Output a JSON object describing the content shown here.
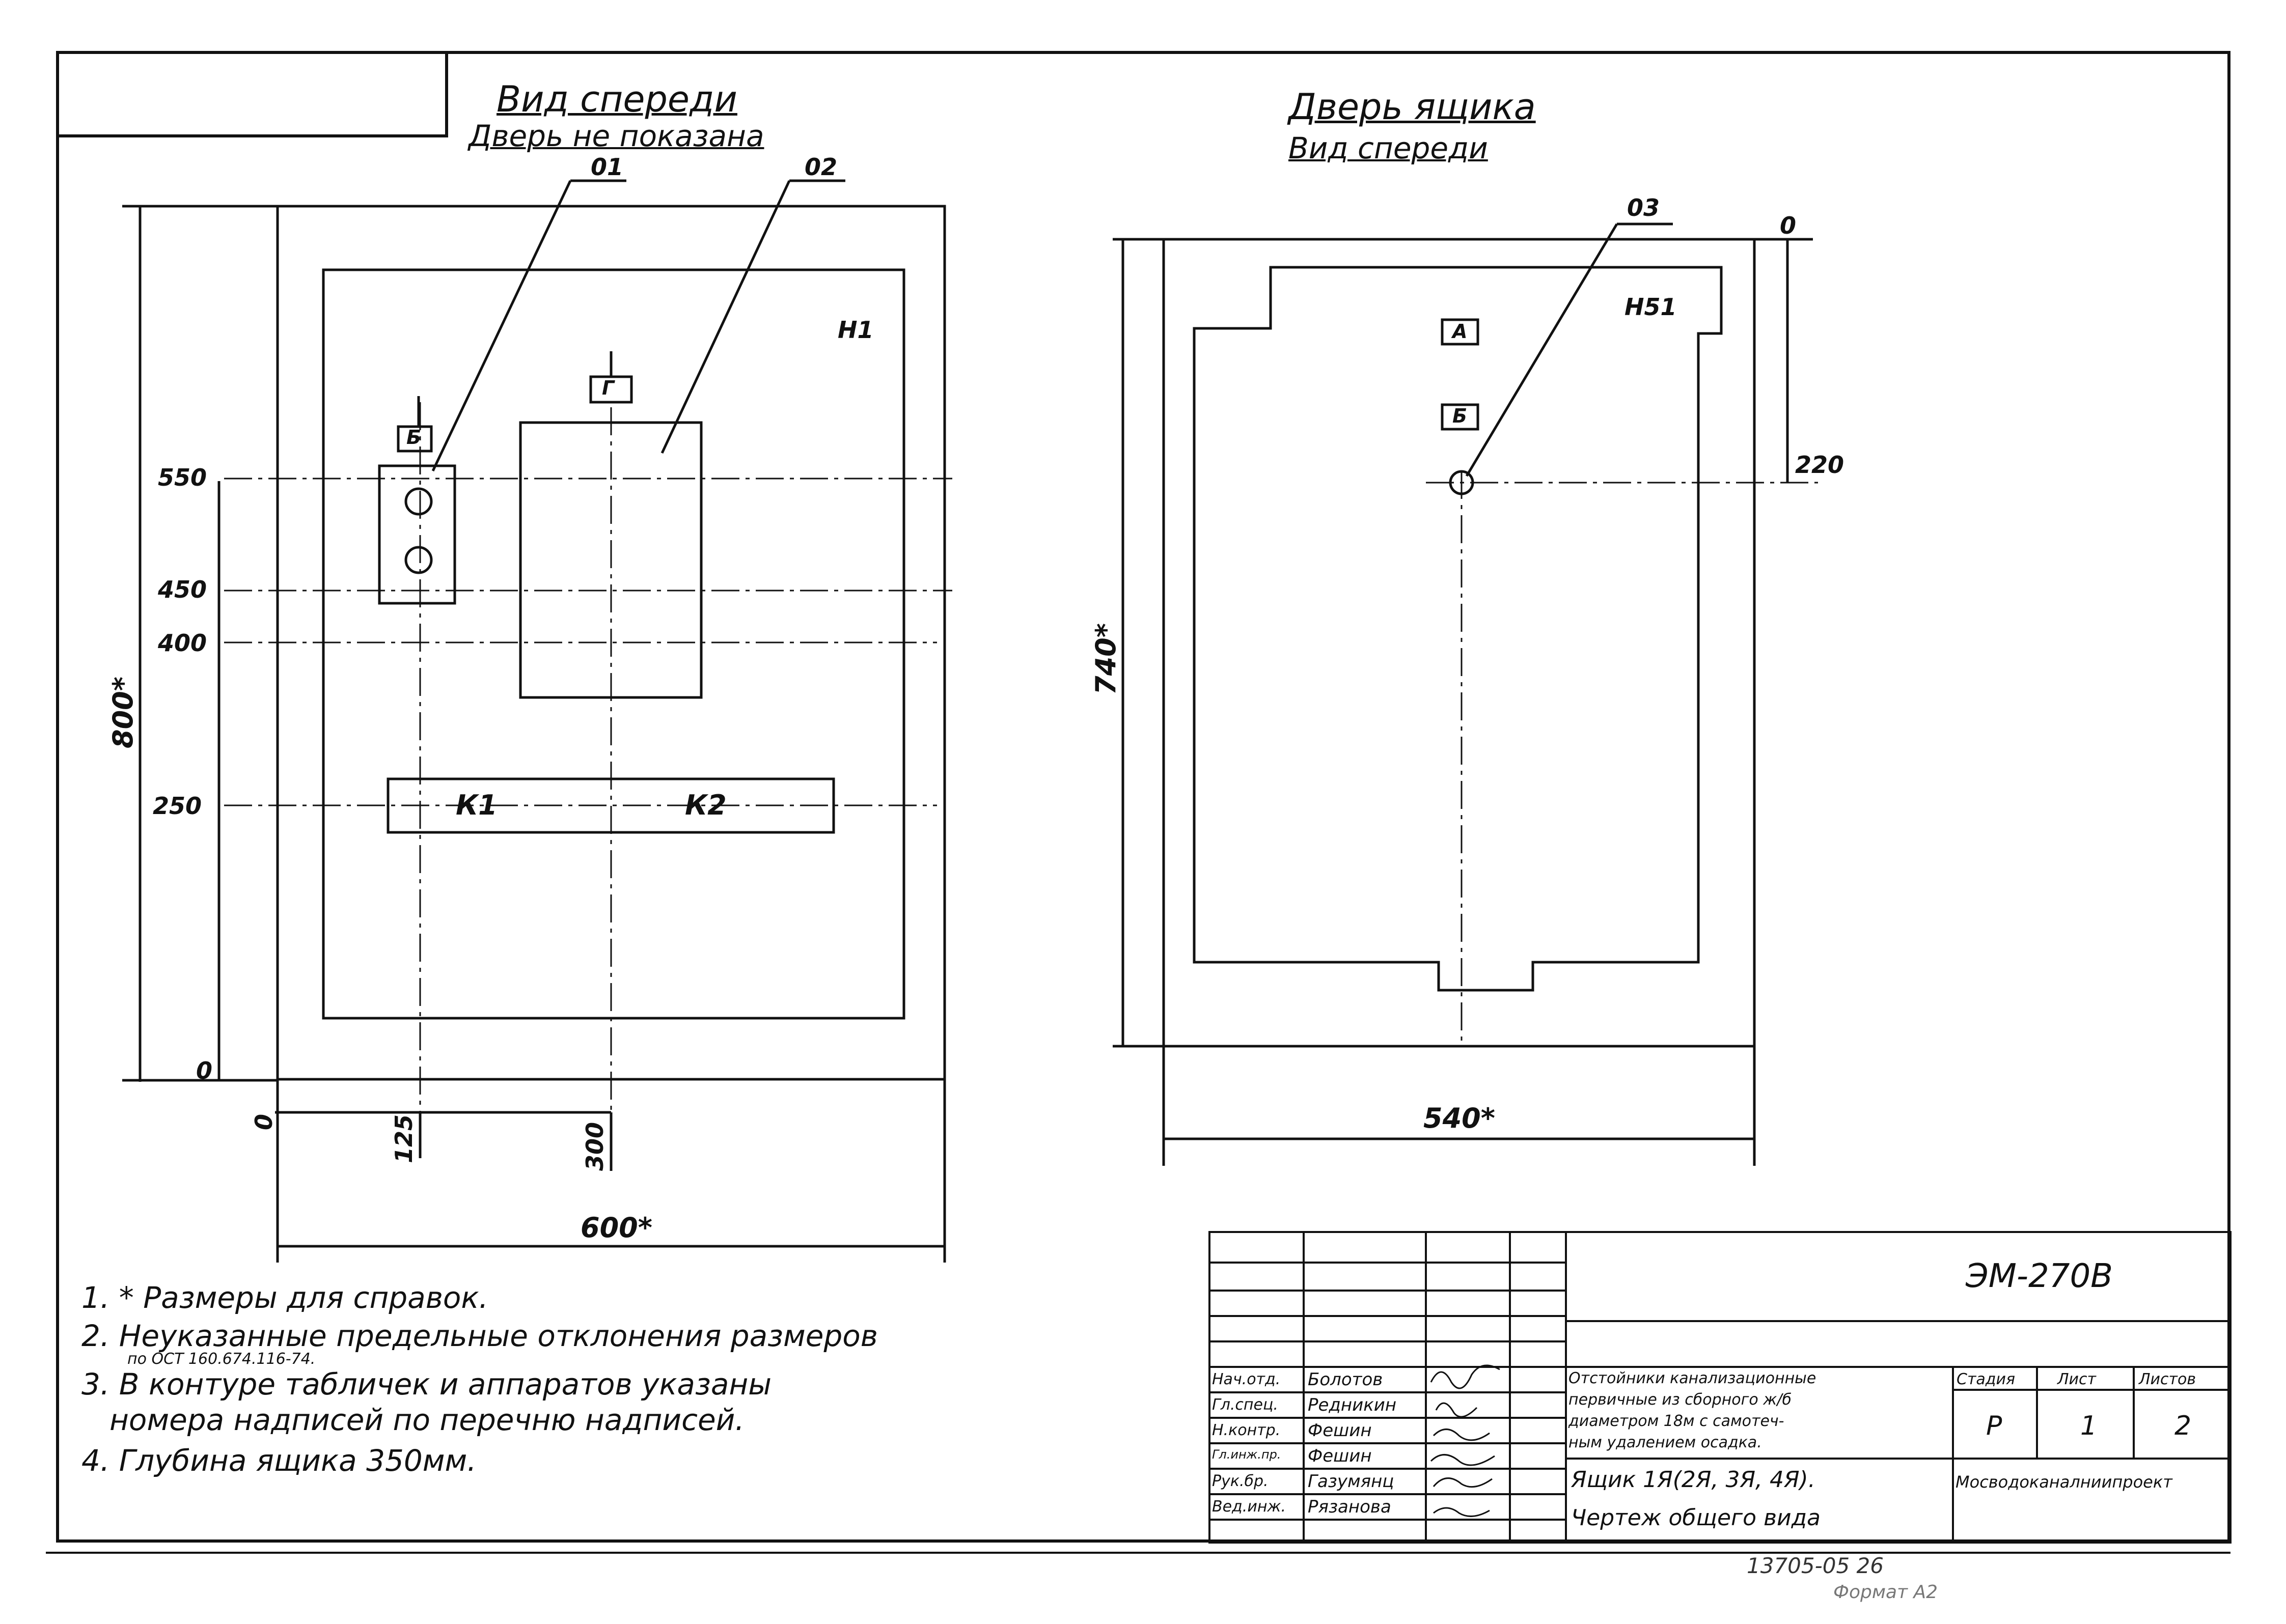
{
  "front_view": {
    "title": "Вид спереди",
    "subtitle": "Дверь не показана",
    "callouts": [
      "01",
      "02"
    ],
    "panel_label": "Н1",
    "marks": [
      "Б",
      "Г"
    ],
    "terminals": [
      "К1",
      "К2"
    ],
    "vertical_dims": [
      "550",
      "450",
      "400",
      "250",
      "0"
    ],
    "height_dim": "800*",
    "horizontal_dims": [
      "0",
      "125",
      "300"
    ],
    "width_dim": "600*"
  },
  "door_view": {
    "title": "Дверь ящика",
    "subtitle": "Вид спереди",
    "callout": "03",
    "panel_label": "Н51",
    "marks": [
      "А",
      "Б"
    ],
    "top_dim": "0",
    "offset_dim": "220",
    "height_dim": "740*",
    "width_dim": "540*"
  },
  "notes": [
    "1. * Размеры для справок.",
    "2. Неуказанные предельные отклонения размеров",
    "по ОСТ 160.674.116-74.",
    "3. В контуре табличек и аппаратов указаны",
    "номера надписей по перечню надписей.",
    "4. Глубина ящика 350мм."
  ],
  "title_block": {
    "doc_code": "ЭМ-270В",
    "roles": [
      "Нач.отд.",
      "Гл.спец.",
      "Н.контр.",
      "Гл.инж.пр.",
      "Рук.бр.",
      "Вед.инж."
    ],
    "names": [
      "Болотов",
      "Редникин",
      "Фешин",
      "Фешин",
      "Газумянц",
      "Рязанова"
    ],
    "project_title": [
      "Отстойники канализационные",
      "первичные из сборного ж/б",
      "диаметром 18м с самотеч-",
      "ным удалением осадка."
    ],
    "sheet_title": "Ящик 1Я(2Я, 3Я, 4Я).",
    "drawing_type": "Чертеж общего вида",
    "headers": {
      "stage": "Стадия",
      "sheet": "Лист",
      "sheets": "Листов"
    },
    "values": {
      "stage": "Р",
      "sheet": "1",
      "sheets": "2"
    },
    "organization": "Мосводоканалниипроект"
  },
  "footer": {
    "number": "13705-05 26",
    "format": "Формат А2"
  }
}
